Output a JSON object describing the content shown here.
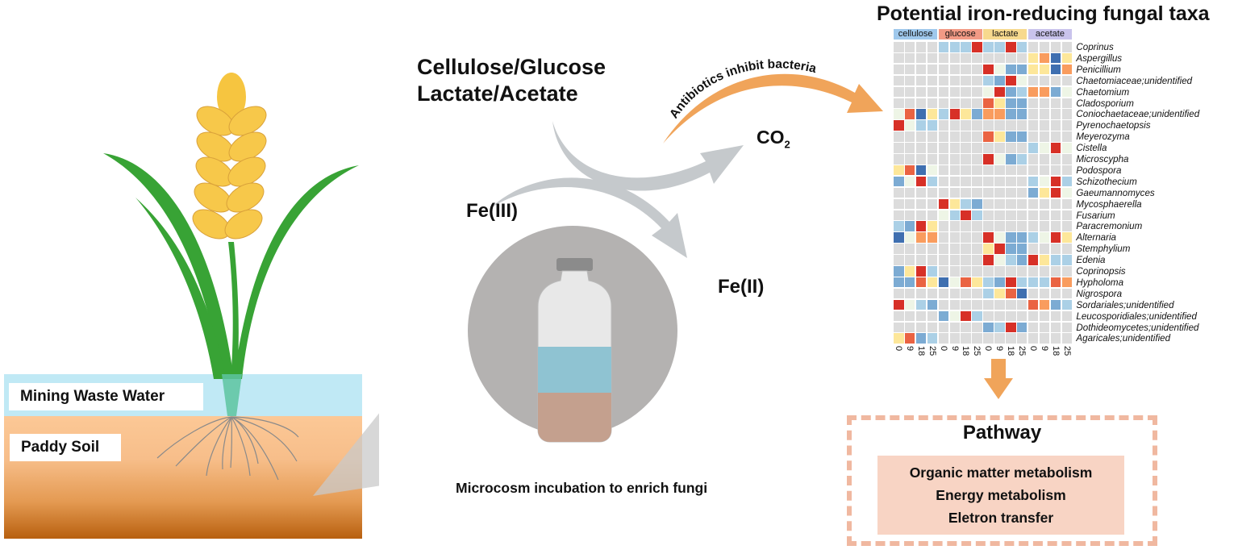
{
  "left_scene": {
    "water_label": "Mining Waste Water",
    "soil_label": "Paddy Soil"
  },
  "center": {
    "substrates_line1": "Cellulose/Glucose",
    "substrates_line2": "Lactate/Acetate",
    "fe3_label": "Fe(III)",
    "co2_label": "CO",
    "co2_subscript": "2",
    "fe2_label": "Fe(II)",
    "antibiotics_label": "Antibiotics inhibit bacteria",
    "microcosm_caption": "Microcosm incubation to enrich fungi"
  },
  "colors": {
    "arrow_gray": "#c5c9cc",
    "arrow_orange": "#f0a45a",
    "water": "#c0e9f5",
    "plant_green": "#38a335",
    "grain_yellow": "#f6c540",
    "pathway_fill": "#f8d4c4",
    "pathway_border": "#f0b8a0"
  },
  "chart_data": {
    "type": "heatmap",
    "title": "Potential iron-reducing fungal taxa",
    "groups": [
      {
        "name": "cellulose",
        "color": "#9fc8ec"
      },
      {
        "name": "glucose",
        "color": "#f29a85"
      },
      {
        "name": "lactate",
        "color": "#f7d98e"
      },
      {
        "name": "acetate",
        "color": "#c9c3ec"
      }
    ],
    "x_ticks": [
      "0",
      "9",
      "18",
      "25",
      "0",
      "9",
      "18",
      "25",
      "0",
      "9",
      "18",
      "25",
      "0",
      "9",
      "18",
      "25"
    ],
    "color_scale": {
      "g": "#dcdcdc",
      "R": "#d73027",
      "OR": "#ea6342",
      "O": "#f99c5e",
      "Y": "#fde79a",
      "P": "#eef5e6",
      "L": "#abd0e6",
      "M": "#7cabd3",
      "D": "#3f6fb0"
    },
    "scale_meaning": "g = not detected; R high relative abundance through D low (diverging red-yellow-blue)",
    "rows": [
      {
        "taxon": "Coprinus",
        "cells": [
          "g",
          "g",
          "g",
          "g",
          "L",
          "L",
          "L",
          "R",
          "L",
          "L",
          "R",
          "L",
          "g",
          "g",
          "g",
          "g"
        ]
      },
      {
        "taxon": "Aspergillus",
        "cells": [
          "g",
          "g",
          "g",
          "g",
          "g",
          "g",
          "g",
          "g",
          "g",
          "g",
          "g",
          "g",
          "Y",
          "O",
          "D",
          "Y"
        ]
      },
      {
        "taxon": "Penicillium",
        "cells": [
          "g",
          "g",
          "g",
          "g",
          "g",
          "g",
          "g",
          "g",
          "R",
          "P",
          "M",
          "M",
          "Y",
          "Y",
          "D",
          "O"
        ]
      },
      {
        "taxon": "Chaetomiaceae;unidentified",
        "cells": [
          "g",
          "g",
          "g",
          "g",
          "g",
          "g",
          "g",
          "g",
          "L",
          "M",
          "R",
          "P",
          "g",
          "g",
          "g",
          "g"
        ]
      },
      {
        "taxon": "Chaetomium",
        "cells": [
          "g",
          "g",
          "g",
          "g",
          "g",
          "g",
          "g",
          "g",
          "P",
          "R",
          "M",
          "L",
          "O",
          "O",
          "M",
          "P"
        ]
      },
      {
        "taxon": "Cladosporium",
        "cells": [
          "g",
          "g",
          "g",
          "g",
          "g",
          "g",
          "g",
          "g",
          "OR",
          "Y",
          "M",
          "M",
          "g",
          "g",
          "g",
          "g"
        ]
      },
      {
        "taxon": "Coniochaetaceae;unidentified",
        "cells": [
          "P",
          "OR",
          "D",
          "Y",
          "L",
          "R",
          "Y",
          "M",
          "O",
          "O",
          "M",
          "M",
          "g",
          "g",
          "g",
          "g"
        ]
      },
      {
        "taxon": "Pyrenochaetopsis",
        "cells": [
          "R",
          "P",
          "L",
          "L",
          "g",
          "g",
          "g",
          "g",
          "g",
          "g",
          "g",
          "g",
          "g",
          "g",
          "g",
          "g"
        ]
      },
      {
        "taxon": "Meyerozyma",
        "cells": [
          "g",
          "g",
          "g",
          "g",
          "g",
          "g",
          "g",
          "g",
          "OR",
          "Y",
          "M",
          "M",
          "g",
          "g",
          "g",
          "g"
        ]
      },
      {
        "taxon": "Cistella",
        "cells": [
          "g",
          "g",
          "g",
          "g",
          "g",
          "g",
          "g",
          "g",
          "g",
          "g",
          "g",
          "g",
          "L",
          "P",
          "R",
          "P"
        ]
      },
      {
        "taxon": "Microscypha",
        "cells": [
          "g",
          "g",
          "g",
          "g",
          "g",
          "g",
          "g",
          "g",
          "R",
          "P",
          "M",
          "L",
          "g",
          "g",
          "g",
          "g"
        ]
      },
      {
        "taxon": "Podospora",
        "cells": [
          "Y",
          "OR",
          "D",
          "P",
          "g",
          "g",
          "g",
          "g",
          "g",
          "g",
          "g",
          "g",
          "g",
          "g",
          "g",
          "g"
        ]
      },
      {
        "taxon": "Schizothecium",
        "cells": [
          "M",
          "P",
          "R",
          "L",
          "g",
          "g",
          "g",
          "g",
          "g",
          "g",
          "g",
          "g",
          "L",
          "P",
          "R",
          "L"
        ]
      },
      {
        "taxon": "Gaeumannomyces",
        "cells": [
          "g",
          "g",
          "g",
          "g",
          "g",
          "g",
          "g",
          "g",
          "g",
          "g",
          "g",
          "g",
          "M",
          "Y",
          "R",
          "P"
        ]
      },
      {
        "taxon": "Mycosphaerella",
        "cells": [
          "g",
          "g",
          "g",
          "g",
          "R",
          "Y",
          "L",
          "M",
          "g",
          "g",
          "g",
          "g",
          "g",
          "g",
          "g",
          "g"
        ]
      },
      {
        "taxon": "Fusarium",
        "cells": [
          "g",
          "g",
          "g",
          "g",
          "P",
          "L",
          "R",
          "L",
          "g",
          "g",
          "g",
          "g",
          "g",
          "g",
          "g",
          "g"
        ]
      },
      {
        "taxon": "Paracremonium",
        "cells": [
          "L",
          "M",
          "R",
          "Y",
          "g",
          "g",
          "g",
          "g",
          "g",
          "g",
          "g",
          "g",
          "g",
          "g",
          "g",
          "g"
        ]
      },
      {
        "taxon": "Alternaria",
        "cells": [
          "D",
          "P",
          "O",
          "O",
          "g",
          "g",
          "g",
          "g",
          "R",
          "P",
          "M",
          "M",
          "L",
          "P",
          "R",
          "Y"
        ]
      },
      {
        "taxon": "Stemphylium",
        "cells": [
          "g",
          "g",
          "g",
          "g",
          "g",
          "g",
          "g",
          "g",
          "Y",
          "R",
          "M",
          "M",
          "g",
          "g",
          "g",
          "g"
        ]
      },
      {
        "taxon": "Edenia",
        "cells": [
          "g",
          "g",
          "g",
          "g",
          "g",
          "g",
          "g",
          "g",
          "R",
          "P",
          "L",
          "M",
          "R",
          "Y",
          "L",
          "L"
        ]
      },
      {
        "taxon": "Coprinopsis",
        "cells": [
          "M",
          "Y",
          "R",
          "L",
          "g",
          "g",
          "g",
          "g",
          "g",
          "g",
          "g",
          "g",
          "g",
          "g",
          "g",
          "g"
        ]
      },
      {
        "taxon": "Hypholoma",
        "cells": [
          "M",
          "M",
          "OR",
          "Y",
          "D",
          "P",
          "OR",
          "Y",
          "L",
          "M",
          "R",
          "L",
          "L",
          "L",
          "OR",
          "O"
        ]
      },
      {
        "taxon": "Nigrospora",
        "cells": [
          "g",
          "g",
          "g",
          "g",
          "g",
          "g",
          "g",
          "g",
          "L",
          "Y",
          "OR",
          "D",
          "g",
          "g",
          "g",
          "g"
        ]
      },
      {
        "taxon": "Sordariales;unidentified",
        "cells": [
          "R",
          "P",
          "L",
          "M",
          "g",
          "g",
          "g",
          "g",
          "g",
          "g",
          "g",
          "g",
          "OR",
          "O",
          "M",
          "L"
        ]
      },
      {
        "taxon": "Leucosporidiales;unidentified",
        "cells": [
          "g",
          "g",
          "g",
          "g",
          "M",
          "P",
          "R",
          "L",
          "g",
          "g",
          "g",
          "g",
          "g",
          "g",
          "g",
          "g"
        ]
      },
      {
        "taxon": "Dothideomycetes;unidentified",
        "cells": [
          "g",
          "g",
          "g",
          "g",
          "g",
          "g",
          "g",
          "g",
          "M",
          "L",
          "R",
          "M",
          "g",
          "g",
          "g",
          "g"
        ]
      },
      {
        "taxon": "Agaricales;unidentified",
        "cells": [
          "Y",
          "OR",
          "M",
          "L",
          "g",
          "g",
          "g",
          "g",
          "g",
          "g",
          "g",
          "g",
          "g",
          "g",
          "g",
          "g"
        ]
      }
    ]
  },
  "pathway": {
    "title": "Pathway",
    "items": [
      "Organic matter metabolism",
      "Energy metabolism",
      "Eletron transfer"
    ]
  }
}
